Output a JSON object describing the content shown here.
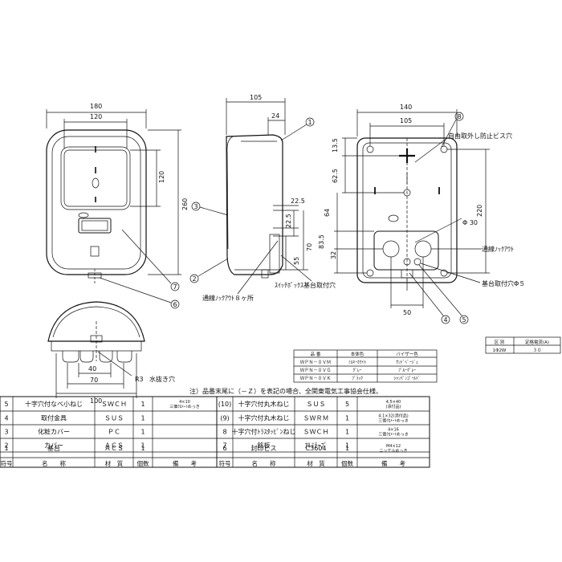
{
  "dims": {
    "front_w": "180",
    "front_inner": "120",
    "front_h": "260",
    "front_win": "120",
    "side_w": "105",
    "side_24": "24",
    "side_225a": "22.5",
    "side_225b": "22.5",
    "side_70": "70",
    "side_55": "55",
    "back_w": "140",
    "back_105": "105",
    "back_135": "13.5",
    "back_625": "62.5",
    "back_64": "64",
    "back_835": "83.5",
    "back_32": "32",
    "back_220": "220",
    "back_phi30": "Φ 30",
    "back_50": "50",
    "bot_40": "40",
    "bot_70": "70",
    "bot_100": "100",
    "bot_r3": "R3"
  },
  "callouts": {
    "n1": "1",
    "n2": "2",
    "n3": "3",
    "n4": "4",
    "n5": "5",
    "n6": "6",
    "n7": "7",
    "n8": "8"
  },
  "labels": {
    "anti_removal": "自由取外し防止ビス穴",
    "knockout_8": "通線ﾉｯｸｱｳﾄ８ヶ所",
    "switch_box": "ｽｲｯﾁﾎﾞｯｸｽ基台取付穴",
    "knockout": "通線ﾉｯｸｱｳﾄ",
    "base_hole": "基台取付穴Φ５",
    "drain_hole": "水抜き穴",
    "note": "注）品番末尾に（－Ｚ）を表記の場合、全関東電気工事協会仕様。"
  },
  "color_table": {
    "headers": [
      "品 番",
      "本体色",
      "バイザー色"
    ],
    "rows": [
      [
        "ＷＰＮ－０ＶＭ",
        "ﾐﾙｷｰﾎﾜｲﾄ",
        "ｻﾝﾄﾞﾍﾞｰｼﾞｭ"
      ],
      [
        "ＷＰＮ－０ＶＧ",
        "ｸﾞﾚｰ",
        "ﾌﾞﾙｰｸﾞﾚｰ"
      ],
      [
        "ＷＰＮ－０ＶＫ",
        "ﾌﾞﾗｯｸ",
        "ｼｬﾝﾊﾟﾝｺﾞｰﾙﾄﾞ"
      ]
    ]
  },
  "rating_table": {
    "headers": [
      "区 別",
      "定格電流(A)"
    ],
    "rows": [
      [
        "1Φ2W",
        "３０"
      ]
    ]
  },
  "parts_table": {
    "left": [
      [
        "5",
        "十字穴付なべ小ねじ",
        "ＳＷＣＨ",
        "1",
        "4×10|三価ｸﾛﾒｰﾄめっき"
      ],
      [
        "4",
        "取付金具",
        "ＳＵＳ",
        "1",
        ""
      ],
      [
        "3",
        "化粧カバー",
        "ＰＣ",
        "1",
        ""
      ],
      [
        "2",
        "カバー",
        "ＡＣＳ",
        "1",
        ""
      ],
      [
        "1",
        "基台",
        "ＡＣＳ",
        "1",
        ""
      ]
    ],
    "right": [
      [
        "(10)",
        "十字穴付丸木ねじ",
        "ＳＵＳ",
        "5",
        "4.5×40|(添付品)"
      ],
      [
        "(9)",
        "十字穴付丸木ねじ",
        "ＳＷＲＭ",
        "1",
        "4.1×32(添付品)|三価ｸﾛﾒｰﾄめっき"
      ],
      [
        "8",
        "十字穴付ﾄﾗｽﾀｯﾋﾟﾝねじ",
        "ＳＷＣＨ",
        "1",
        "4×16|三価ｸﾛﾒｰﾄめっき"
      ],
      [
        "7",
        "銘板",
        "ｱﾙﾐﾃｰﾌﾟ",
        "1",
        ""
      ],
      [
        "6",
        "封印ビス",
        "C3604",
        "1",
        "M4×12|ニッケルめっき"
      ]
    ],
    "footer": [
      "符号",
      "名　　称",
      "材　質",
      "個数",
      "備　　考",
      "符号",
      "名　　称",
      "材　質",
      "個数",
      "備　　考"
    ]
  }
}
